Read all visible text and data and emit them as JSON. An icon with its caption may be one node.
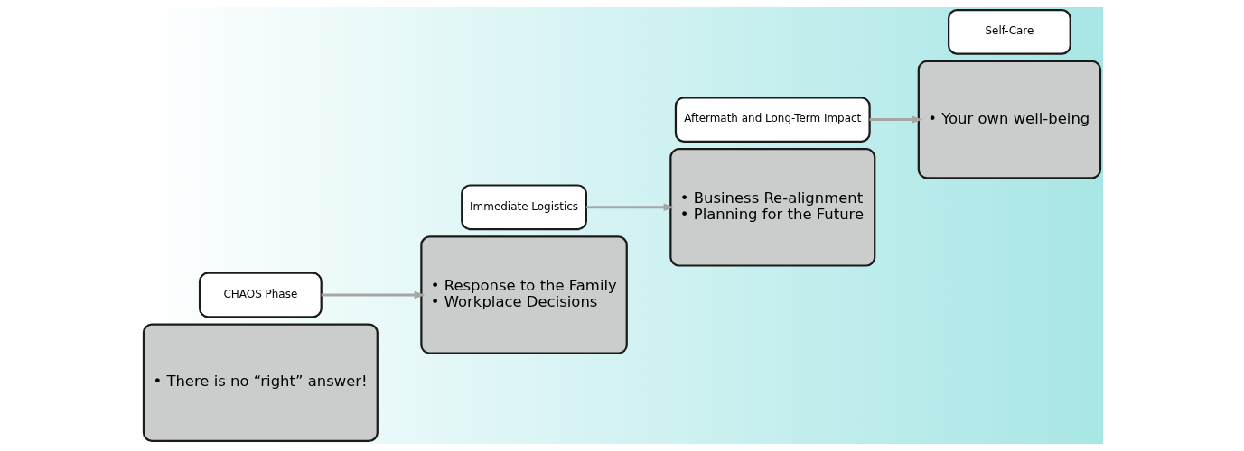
{
  "diagram": {
    "nodes": [
      {
        "text": [
          "• There is no “right” answer!"
        ]
      },
      {
        "text": [
          "CHAOS Phase"
        ]
      },
      {
        "text": [
          "Immediate Logistics"
        ]
      },
      {
        "text": [
          "• Response to the Family",
          "• Workplace Decisions"
        ]
      },
      {
        "text": [
          "• Business Re-alignment",
          "• Planning for the Future"
        ]
      },
      {
        "text": [
          "Aftermath and Long-Term Impact"
        ]
      },
      {
        "text": [
          "Self-Care"
        ]
      },
      {
        "text": [
          "• Your own well-being"
        ]
      }
    ],
    "edges": [
      {
        "from": 1,
        "to": 3,
        "arrow": "to",
        "color": "#a6a6a6"
      },
      {
        "from": 2,
        "to": 4,
        "arrow": "to",
        "color": "#a6a6a6"
      },
      {
        "from": 5,
        "to": 7,
        "arrow": "to",
        "color": "#a6a6a6"
      }
    ]
  }
}
